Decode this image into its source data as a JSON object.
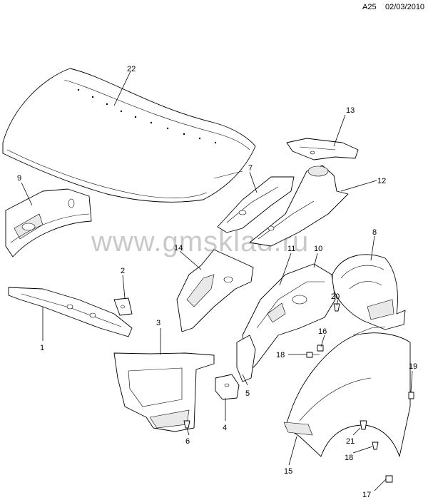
{
  "header": {
    "page_code": "A25",
    "date": "02/03/2010"
  },
  "watermark": "www.gmsklad.ru",
  "callouts": {
    "c1": "1",
    "c2": "2",
    "c3": "3",
    "c4": "4",
    "c5": "5",
    "c6": "6",
    "c7": "7",
    "c8": "8",
    "c9": "9",
    "c10": "10",
    "c11": "11",
    "c12": "12",
    "c13": "13",
    "c14": "14",
    "c15": "15",
    "c16": "16",
    "c17": "17",
    "c18a": "18",
    "c18b": "18",
    "c19": "19",
    "c20": "20",
    "c21": "21",
    "c22": "22"
  }
}
